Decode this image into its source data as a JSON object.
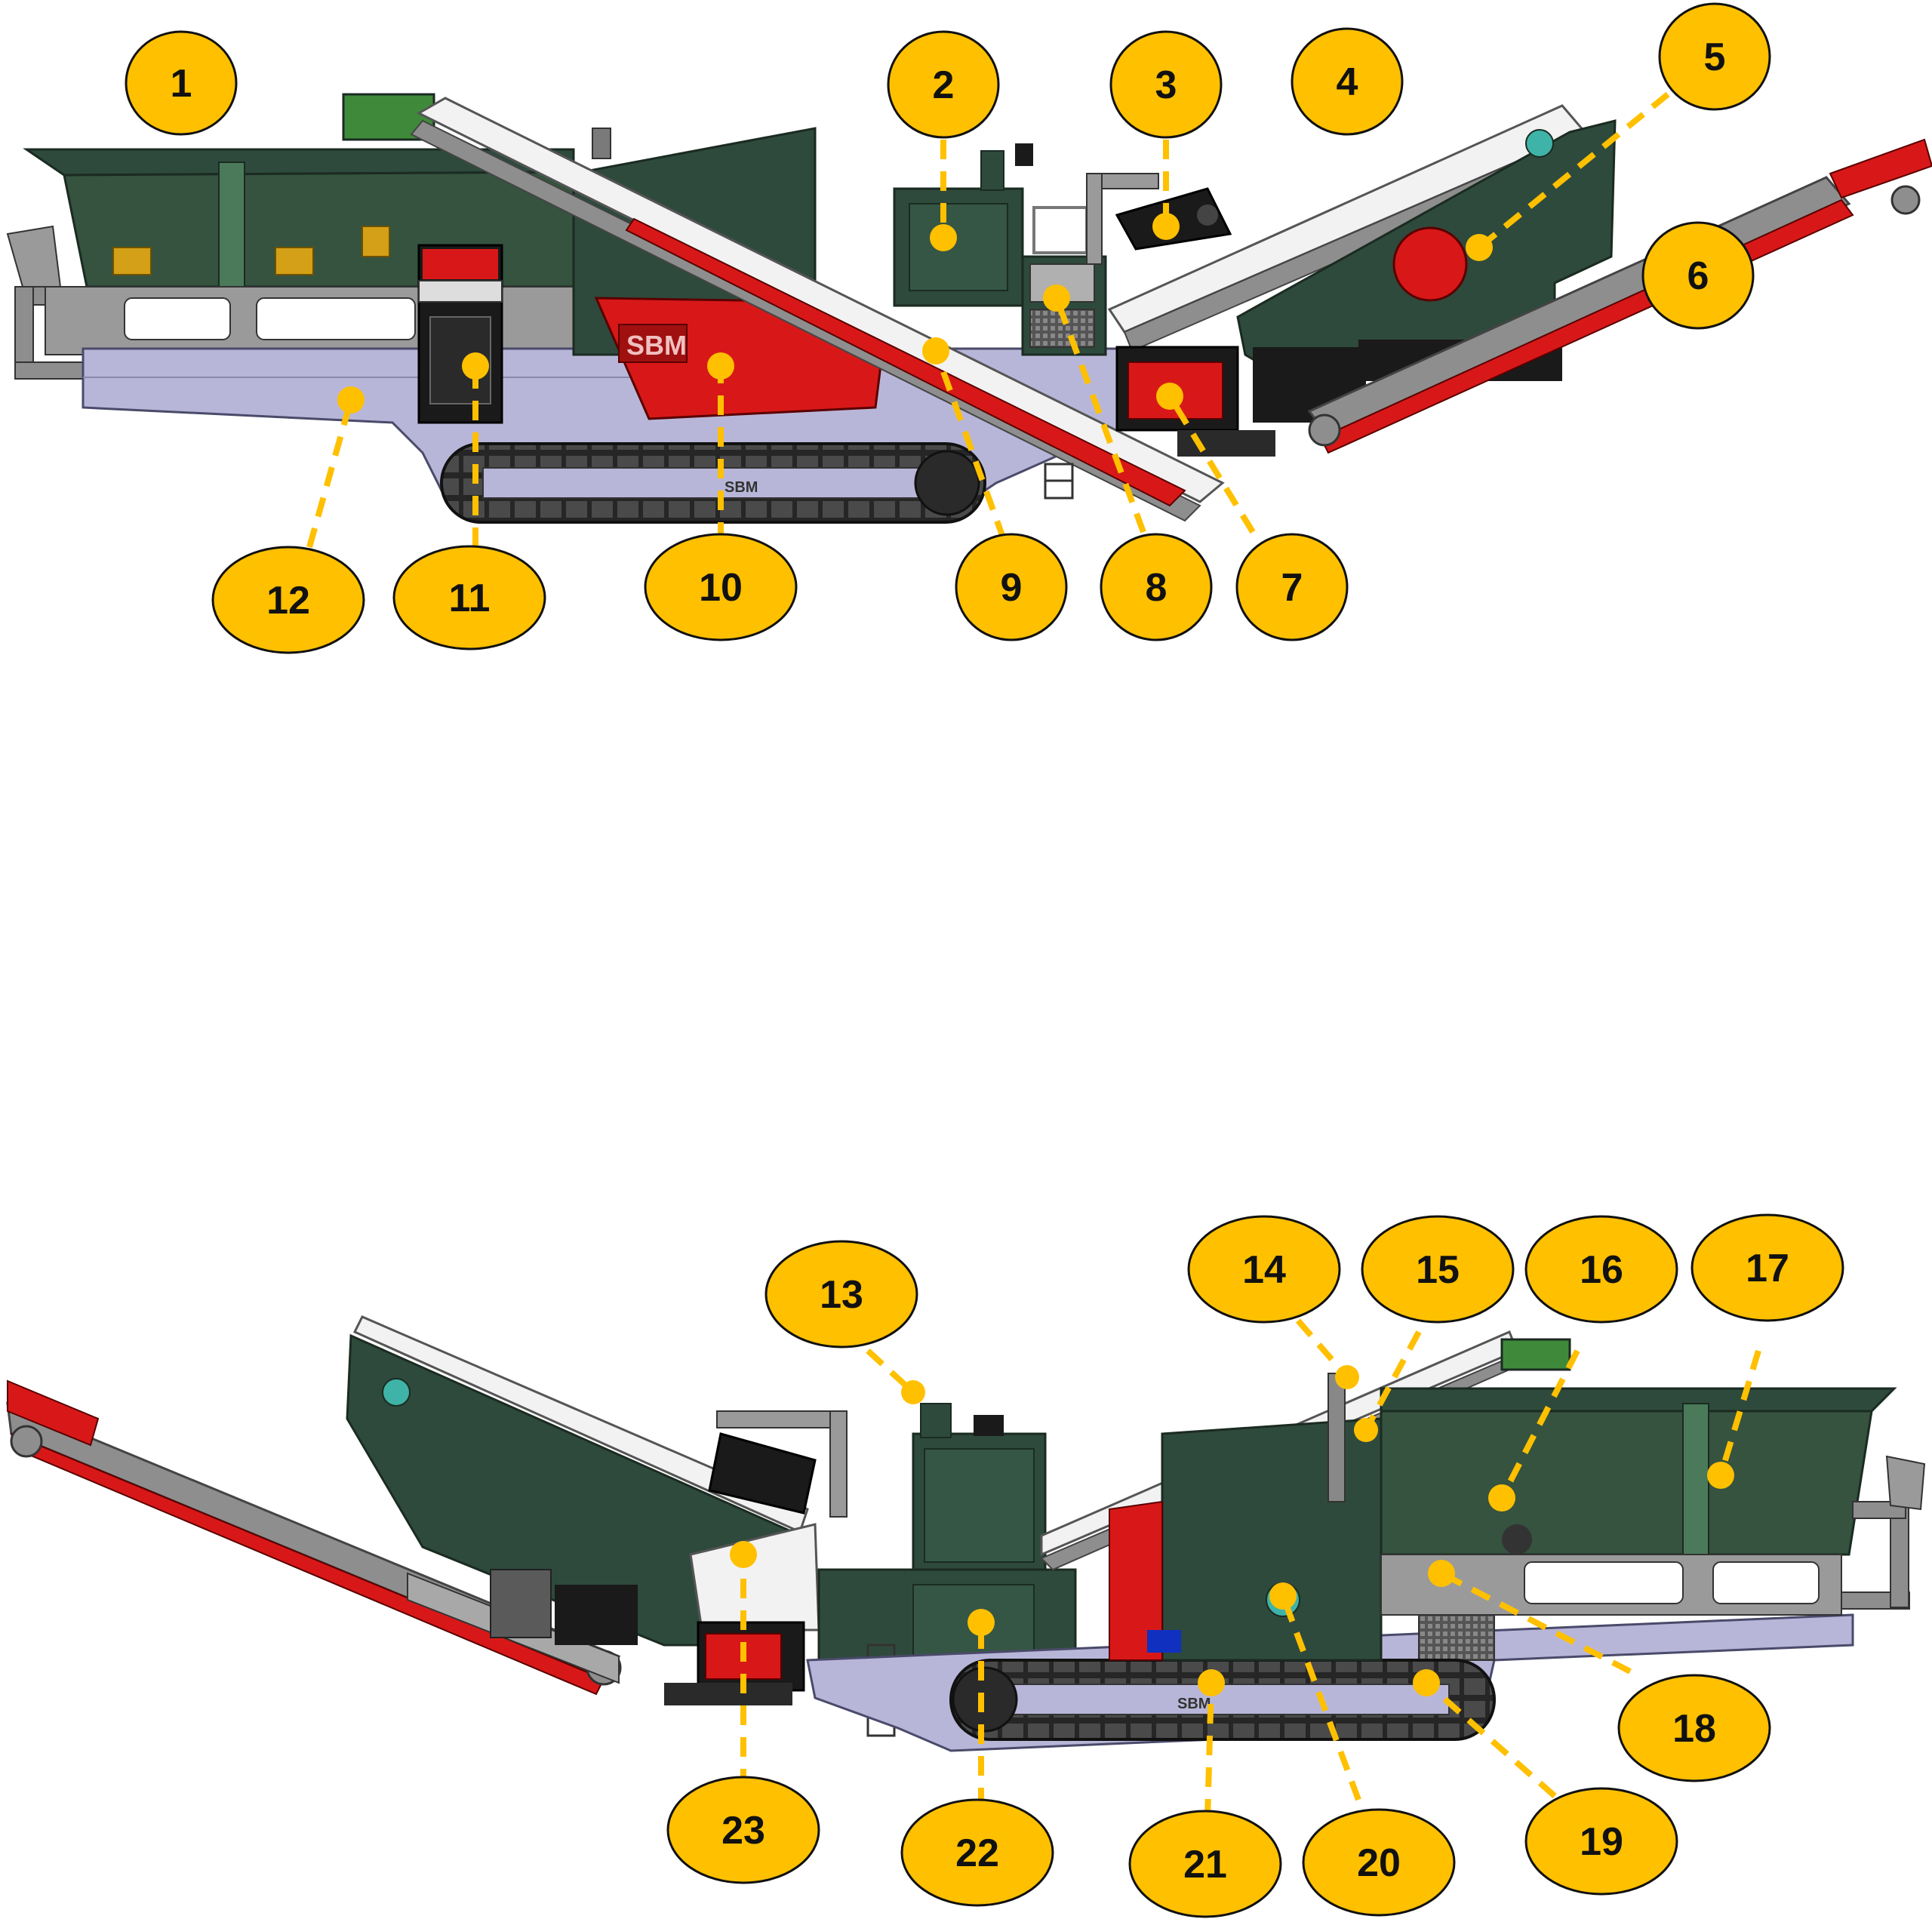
{
  "colors": {
    "callout": "#ffc000",
    "machine_green": "#2e4a3c",
    "frame_lavender": "#b8b6d8",
    "frame_grey": "#8e8e8e",
    "accent_red": "#d81818",
    "track_black": "#1a1a1a",
    "belt_white": "#f2f2f2"
  },
  "brand_mark": "SBM",
  "callouts_top": [
    {
      "id": "c1",
      "label": "1"
    },
    {
      "id": "c2",
      "label": "2"
    },
    {
      "id": "c3",
      "label": "3"
    },
    {
      "id": "c4",
      "label": "4"
    },
    {
      "id": "c5",
      "label": "5"
    },
    {
      "id": "c6",
      "label": "6"
    },
    {
      "id": "c7",
      "label": "7"
    },
    {
      "id": "c8",
      "label": "8"
    },
    {
      "id": "c9",
      "label": "9"
    },
    {
      "id": "c10",
      "label": "10"
    },
    {
      "id": "c11",
      "label": "11"
    },
    {
      "id": "c12",
      "label": "12"
    }
  ],
  "callouts_bottom": [
    {
      "id": "c13",
      "label": "13"
    },
    {
      "id": "c14",
      "label": "14"
    },
    {
      "id": "c15",
      "label": "15"
    },
    {
      "id": "c16",
      "label": "16"
    },
    {
      "id": "c17",
      "label": "17"
    },
    {
      "id": "c18",
      "label": "18"
    },
    {
      "id": "c19",
      "label": "19"
    },
    {
      "id": "c20",
      "label": "20"
    },
    {
      "id": "c21",
      "label": "21"
    },
    {
      "id": "c22",
      "label": "22"
    },
    {
      "id": "c23",
      "label": "23"
    }
  ]
}
